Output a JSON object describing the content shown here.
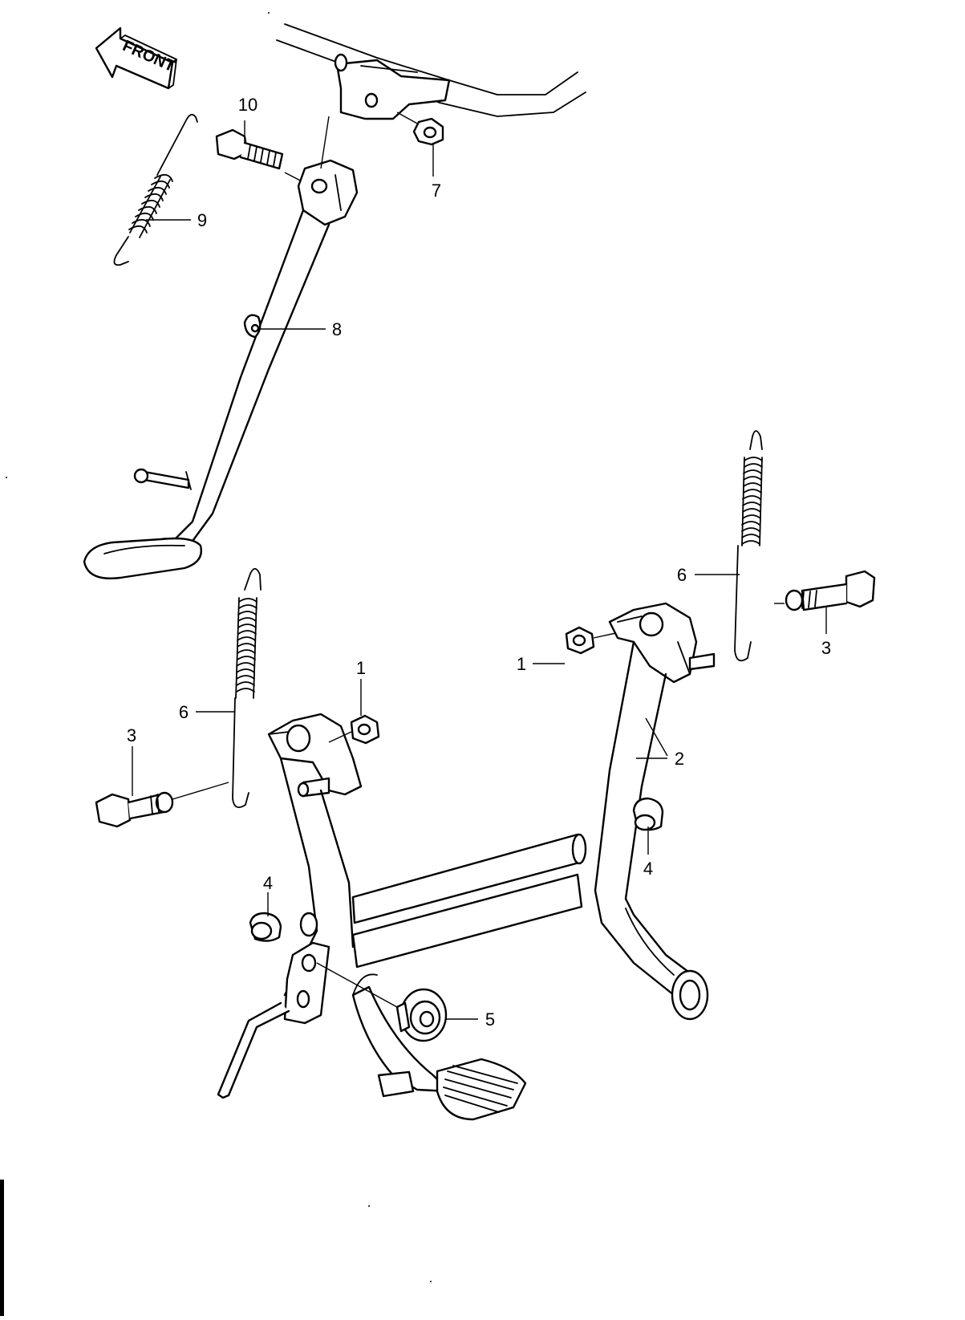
{
  "front_arrow": {
    "label": "FRONT"
  },
  "callouts": [
    {
      "id": "c10",
      "text": "10"
    },
    {
      "id": "c9",
      "text": "9"
    },
    {
      "id": "c7",
      "text": "7"
    },
    {
      "id": "c8",
      "text": "8"
    },
    {
      "id": "c6r",
      "text": "6"
    },
    {
      "id": "c3r",
      "text": "3"
    },
    {
      "id": "c1r",
      "text": "1"
    },
    {
      "id": "c1l",
      "text": "1"
    },
    {
      "id": "c6l",
      "text": "6"
    },
    {
      "id": "c3l",
      "text": "3"
    },
    {
      "id": "c2",
      "text": "2"
    },
    {
      "id": "c4r",
      "text": "4"
    },
    {
      "id": "c4l",
      "text": "4"
    },
    {
      "id": "c5",
      "text": "5"
    }
  ]
}
